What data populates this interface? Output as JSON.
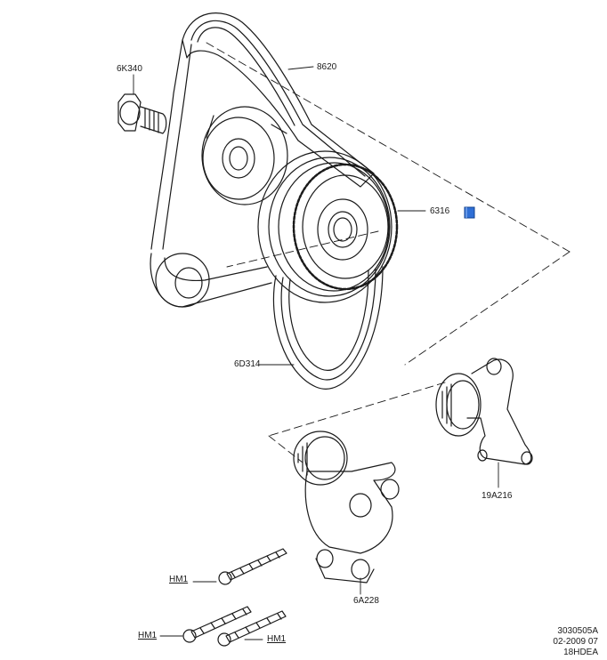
{
  "diagram": {
    "labels": {
      "bolt_top": "6K340",
      "belt_upper": "8620",
      "crank_pulley": "6316",
      "belt_lower": "6D314",
      "idler_bracket": "19A216",
      "tensioner": "6A228",
      "bolt_a": "HM1",
      "bolt_b": "HM1",
      "bolt_c": "HM1"
    },
    "footer": {
      "line1": "3030505A",
      "line2": "02-2009 07",
      "line3": "18HDEA"
    },
    "colors": {
      "line": "#1a1a1a",
      "note_icon": "#2f6fd6"
    }
  }
}
